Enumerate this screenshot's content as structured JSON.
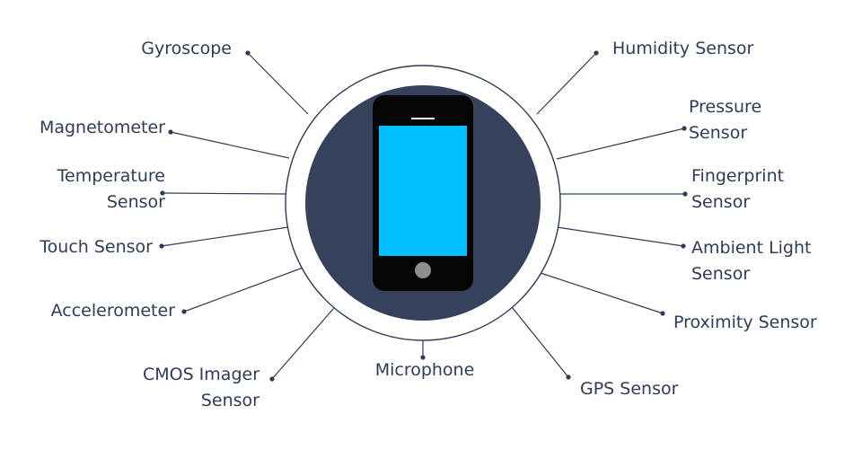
{
  "colors": {
    "line": "#2e3c57",
    "dark_circle": "#36415c",
    "phone_body": "#050505",
    "screen": "#00c0ff",
    "home_button": "#8e8e8e",
    "label_text": "#2e3c57"
  },
  "sensors": [
    {
      "id": "gyroscope",
      "lines": [
        "Gyroscope"
      ]
    },
    {
      "id": "magnetometer",
      "lines": [
        "Magnetometer"
      ]
    },
    {
      "id": "temperature",
      "lines": [
        "Temperature",
        "Sensor"
      ]
    },
    {
      "id": "touch",
      "lines": [
        "Touch Sensor"
      ]
    },
    {
      "id": "accelerometer",
      "lines": [
        "Accelerometer"
      ]
    },
    {
      "id": "cmos",
      "lines": [
        "CMOS Imager",
        "Sensor"
      ]
    },
    {
      "id": "microphone",
      "lines": [
        "Microphone"
      ]
    },
    {
      "id": "gps",
      "lines": [
        "GPS Sensor"
      ]
    },
    {
      "id": "proximity",
      "lines": [
        "Proximity Sensor"
      ]
    },
    {
      "id": "ambient",
      "lines": [
        "Ambient Light",
        "Sensor"
      ]
    },
    {
      "id": "fingerprint",
      "lines": [
        "Fingerprint",
        "Sensor"
      ]
    },
    {
      "id": "pressure",
      "lines": [
        "Pressure",
        "Sensor"
      ]
    },
    {
      "id": "humidity",
      "lines": [
        "Humidity Sensor"
      ]
    }
  ]
}
